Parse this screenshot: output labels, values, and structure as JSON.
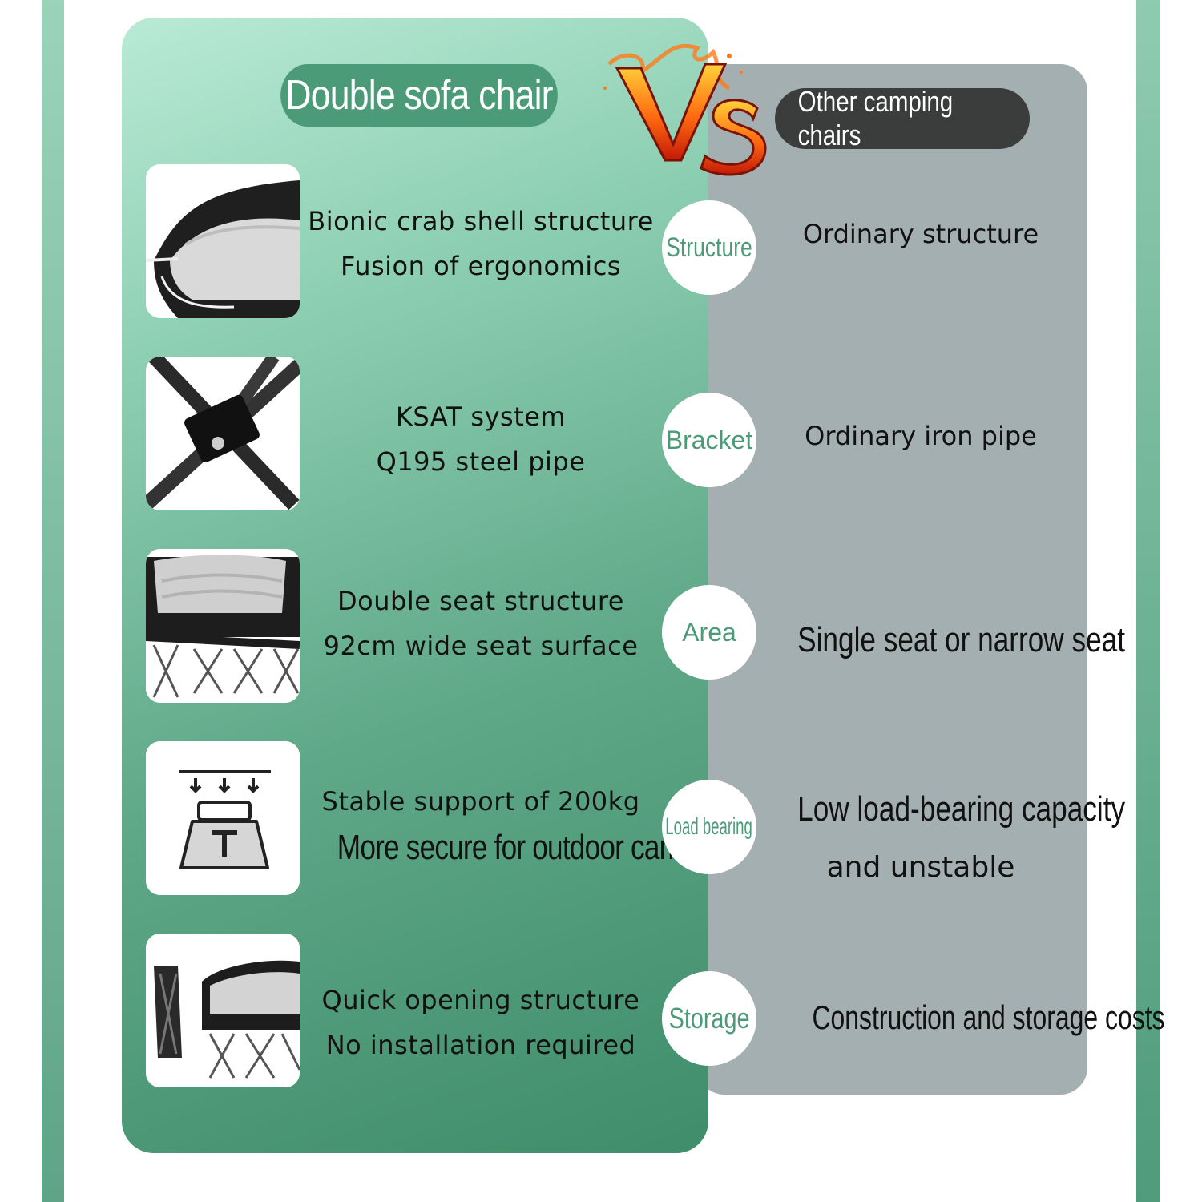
{
  "left_title": "Double sofa chair",
  "right_title": "Other camping chairs",
  "vs_label": "VS",
  "colors": {
    "green_accent": "#4c9b78",
    "dark_pill": "#3b3c3c",
    "gray_panel": "#a4afb1"
  },
  "rows": [
    {
      "icon": "folded-chair-shell-photo",
      "left_lines": [
        "Bionic crab shell structure",
        "Fusion of ergonomics"
      ],
      "badge": "Structure",
      "right_lines": [
        "Ordinary structure"
      ]
    },
    {
      "icon": "steel-pipe-joint-photo",
      "left_lines": [
        "KSAT system",
        "Q195 steel pipe"
      ],
      "badge": "Bracket",
      "right_lines": [
        "Ordinary iron pipe"
      ]
    },
    {
      "icon": "double-seat-chair-photo",
      "left_lines": [
        "Double seat structure",
        "92cm wide seat surface"
      ],
      "badge": "Area",
      "right_lines": [
        "Single seat or narrow seat"
      ]
    },
    {
      "icon": "load-weight-icon",
      "left_lines": [
        "Stable support of 200kg",
        "More secure for outdoor camping"
      ],
      "badge": "Load bearing",
      "right_lines": [
        "Low load-bearing capacity",
        "and unstable"
      ]
    },
    {
      "icon": "folding-chair-photo",
      "left_lines": [
        "Quick opening structure",
        "No installation required"
      ],
      "badge": "Storage",
      "right_lines": [
        "Construction and storage costs"
      ]
    }
  ]
}
